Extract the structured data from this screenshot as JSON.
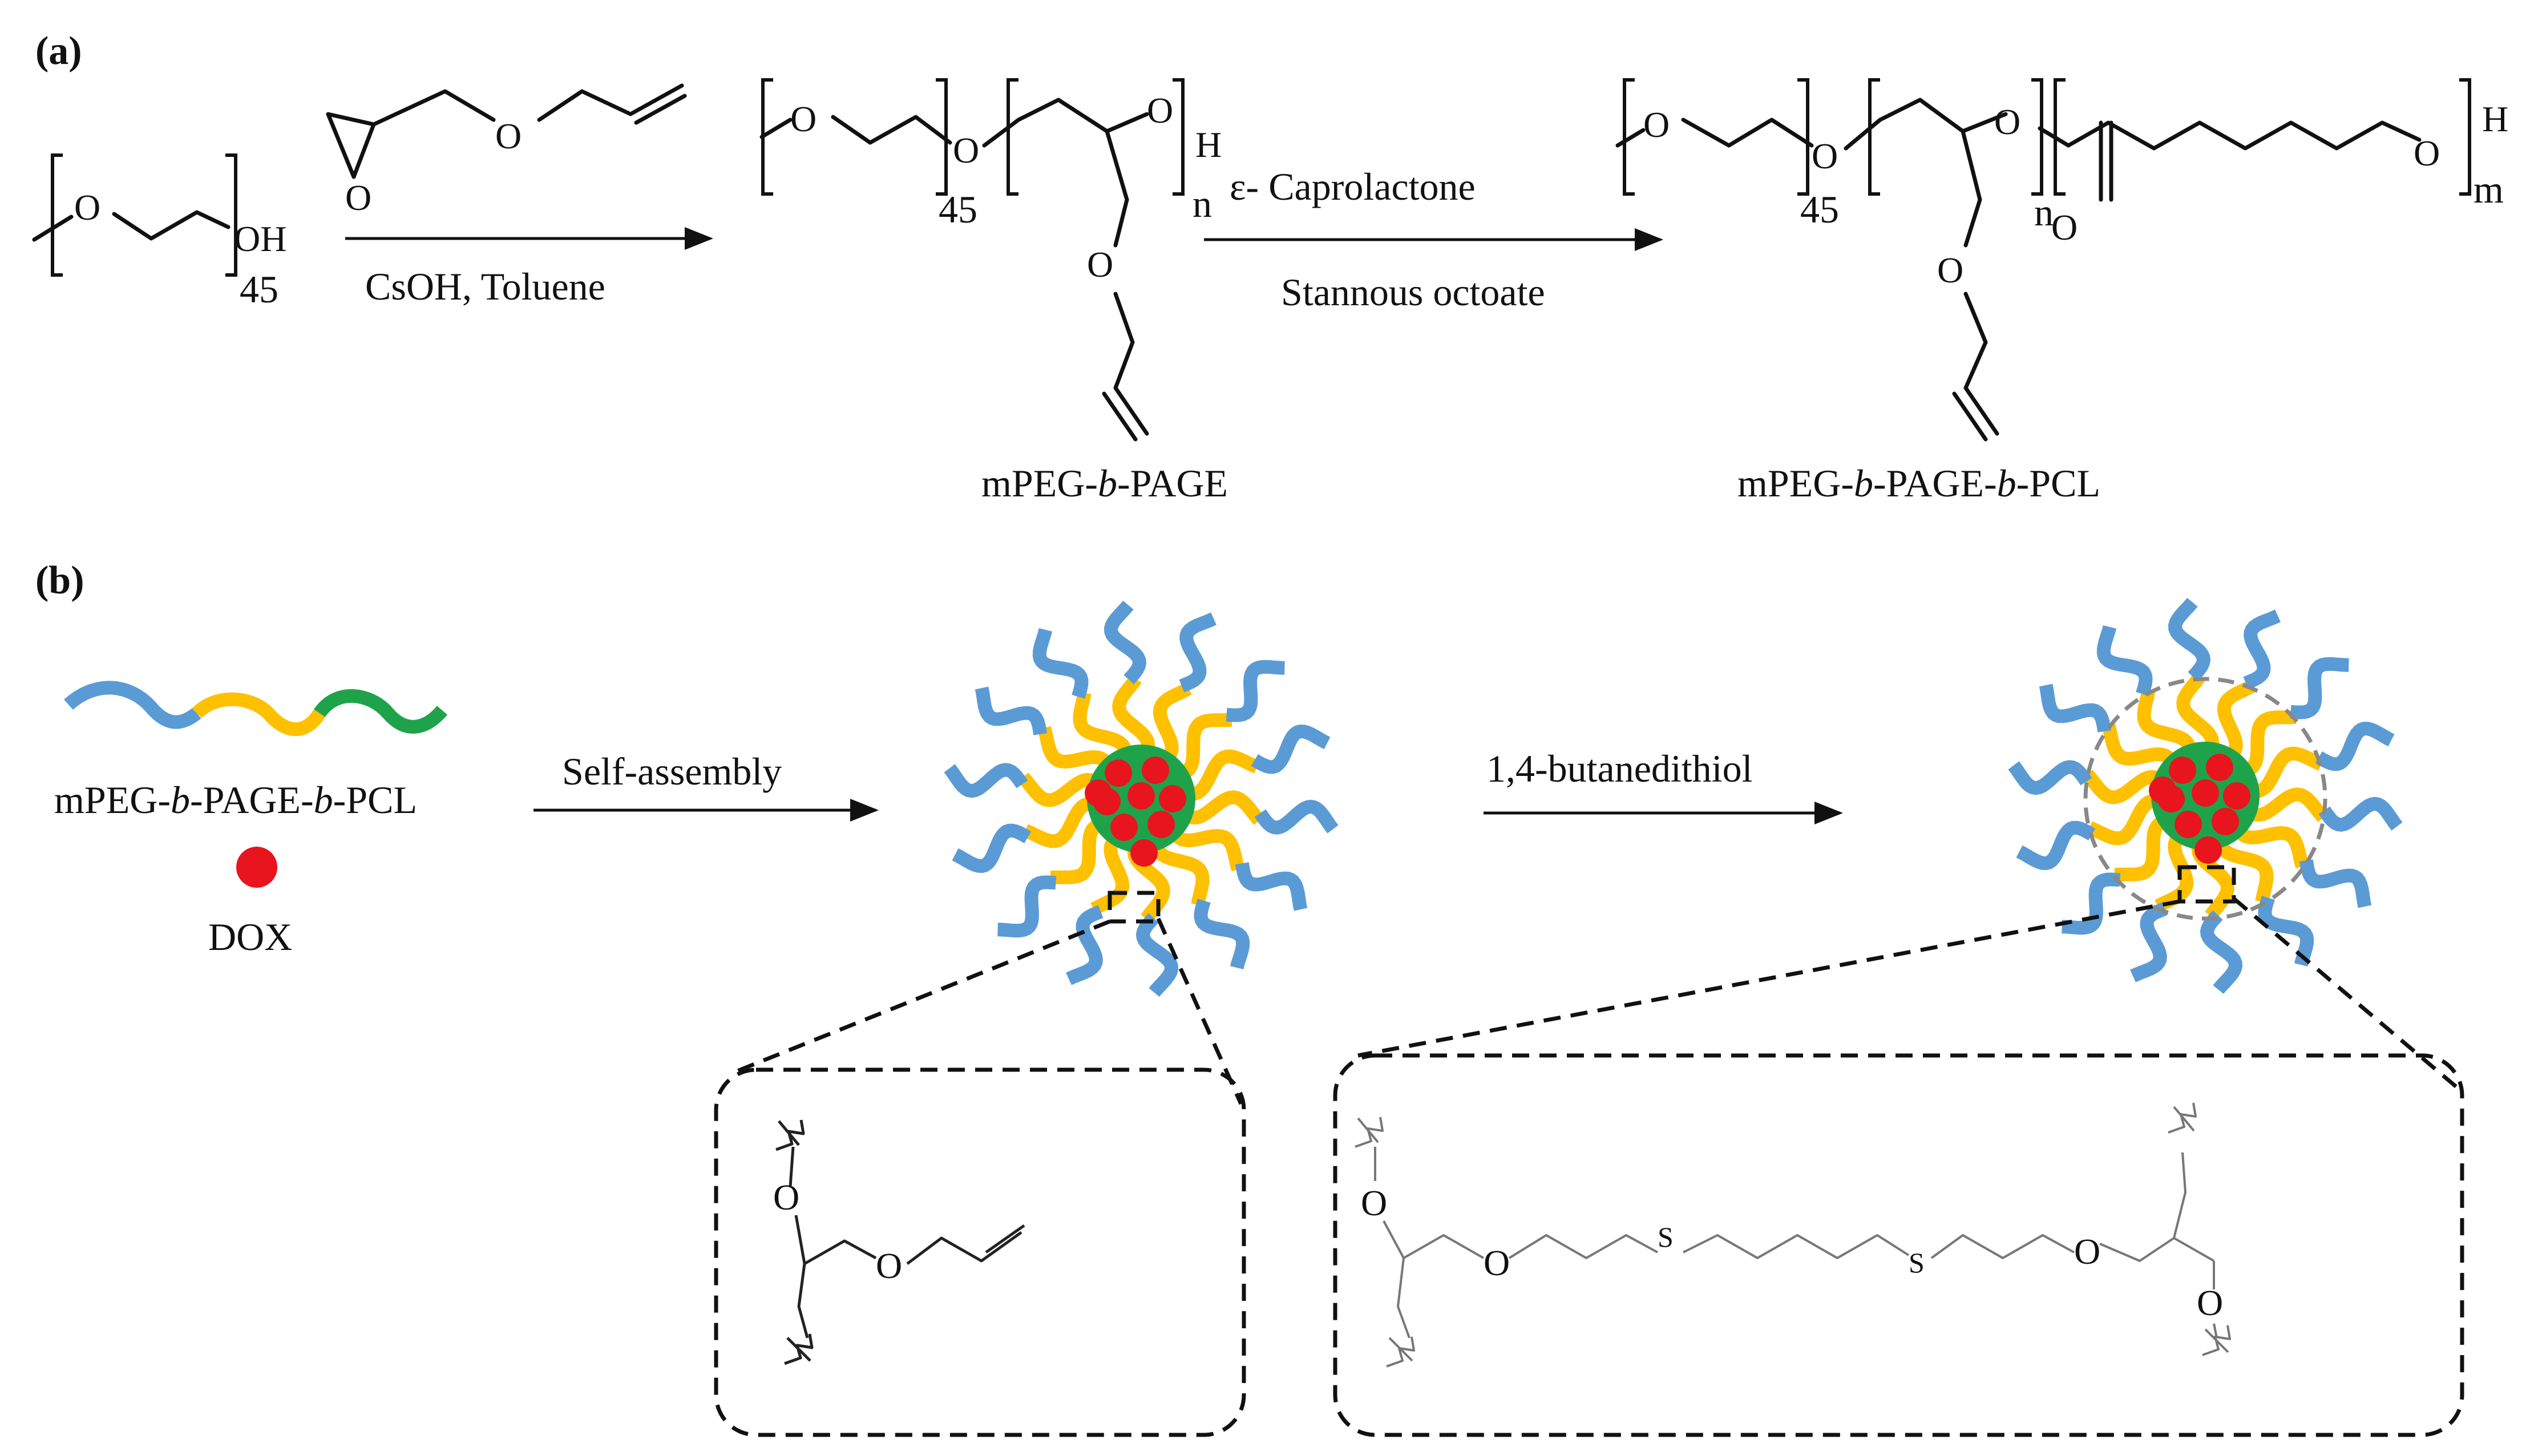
{
  "figure": {
    "panel_a": {
      "label": "(a)",
      "reagent1_above": "",
      "reagent1_below": "CsOH, Toluene",
      "reagent2_above": "ε- Caprolactone",
      "reagent2_below": "Stannous octoate",
      "product1_name_parts": [
        "mPEG-",
        "b",
        "-PAGE"
      ],
      "product2_name_parts": [
        "mPEG-",
        "b",
        "-PAGE-",
        "b",
        "-PCL"
      ],
      "atoms": {
        "O": "O",
        "OH": "OH",
        "H": "H",
        "S": "S"
      },
      "subscripts": {
        "peg": "45",
        "n": "n",
        "m": "m"
      }
    },
    "panel_b": {
      "label": "(b)",
      "polymer_name_parts": [
        "mPEG-",
        "b",
        "-PAGE-",
        "b",
        "-PCL"
      ],
      "drug_label": "DOX",
      "step1_label": "Self-assembly",
      "step2_label": "1,4-butanedithiol"
    },
    "colors": {
      "peg_block": "#5b9bd5",
      "page_block": "#ffc000",
      "pcl_block": "#1fa34a",
      "dox": "#e8141e",
      "crosslink_shell": "#888888"
    }
  }
}
